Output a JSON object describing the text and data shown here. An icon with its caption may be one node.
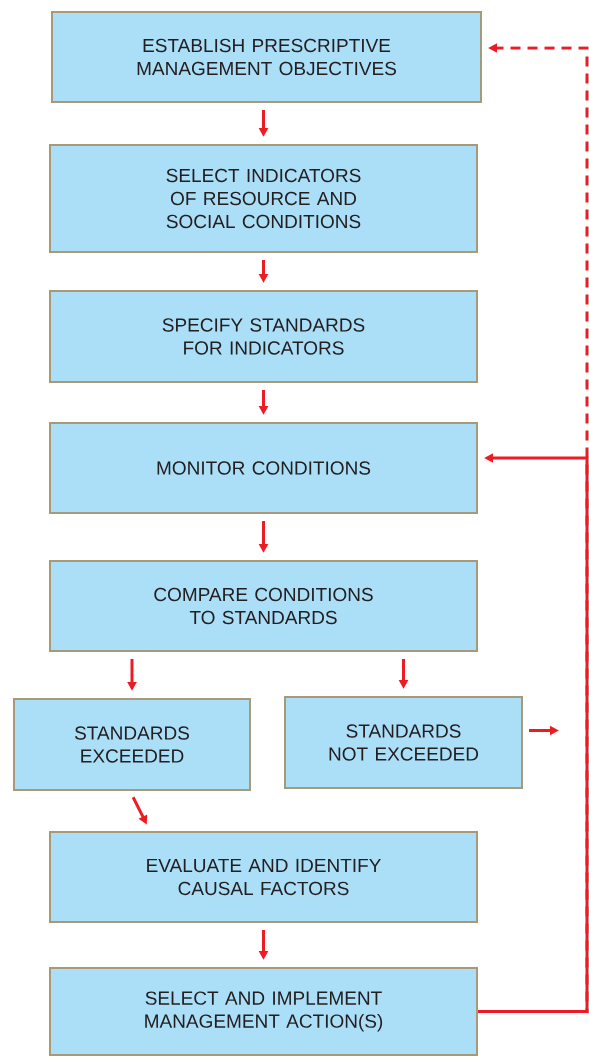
{
  "diagram": {
    "nodes": [
      {
        "text": [
          "ESTABLISH PRESCRIPTIVE MANAGEMENT OBJECTIVES"
        ]
      },
      {
        "text": [
          "SELECT INDICATORS OF RESOURCE AND SOCIAL CONDITIONS"
        ]
      },
      {
        "text": [
          "SPECIFY STANDARDS FOR INDICATORS"
        ]
      },
      {
        "text": [
          "MONITOR CONDITIONS"
        ]
      },
      {
        "text": [
          "COMPARE CONDITIONS TO STANDARDS"
        ]
      },
      {
        "text": [
          "STANDARDS EXCEEDED"
        ]
      },
      {
        "text": [
          "STANDARDS NOT EXCEEDED"
        ]
      },
      {
        "text": [
          "EVALUATE AND IDENTIFY CAUSAL FACTORS"
        ]
      },
      {
        "text": [
          "SELECT AND IMPLEMENT MANAGEMENT ACTION(S)"
        ]
      }
    ],
    "edges": [
      {
        "from": 0,
        "to": 1,
        "arrow": "to"
      },
      {
        "from": 1,
        "to": 2,
        "arrow": "to"
      },
      {
        "from": 2,
        "to": 3,
        "arrow": "to"
      },
      {
        "from": 3,
        "to": 4,
        "arrow": "to"
      },
      {
        "from": 4,
        "to": 5,
        "arrow": "to"
      },
      {
        "from": 4,
        "to": 6,
        "arrow": "to"
      },
      {
        "from": 5,
        "to": 7,
        "arrow": "to"
      },
      {
        "from": 6,
        "to": null,
        "arrow": "to"
      },
      {
        "from": 7,
        "to": 8,
        "arrow": "to"
      },
      {
        "from": 8,
        "to": 3,
        "arrow": "to"
      },
      {
        "from": 8,
        "to": 0,
        "arrow": "to",
        "style": "dashed"
      }
    ]
  }
}
